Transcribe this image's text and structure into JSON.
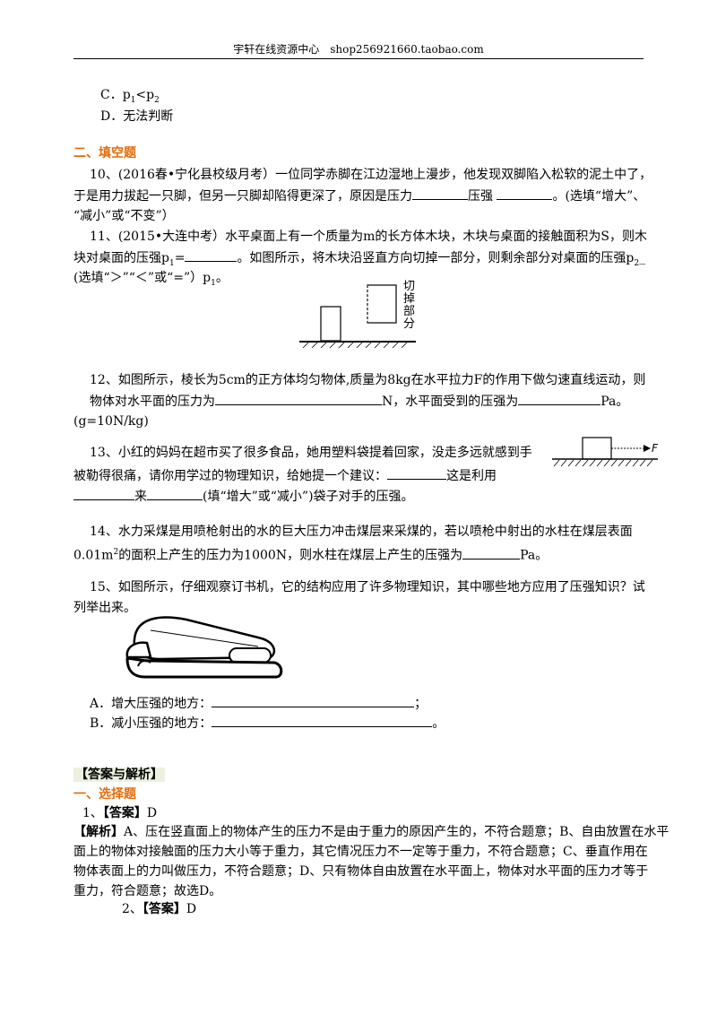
{
  "header": {
    "text": "宇轩在线资源中心　shop256921660.taobao.com"
  },
  "q9_options": {
    "c_prefix": "C．p",
    "c_sub1": "1",
    "c_mid": "<p",
    "c_sub2": "2",
    "d": "D．无法判断"
  },
  "section2": {
    "title": "二、填空题"
  },
  "q10": {
    "line1": "10、(2016春•宁化县校级月考）一位同学赤脚在江边湿地上漫步，他发现双脚陷入松软的泥土中了，",
    "line2_a": "于是用力拔起一只脚，但另一只脚却陷得更深了，原因是压力",
    "line2_b": "压强",
    "line2_c": "。(选填“增大”、",
    "line3": "“减小”或“不变”）"
  },
  "q11": {
    "line1": "11、(2015•大连中考）水平桌面上有一个质量为m的长方体木块，木块与桌面的接触面积为S，则木",
    "line2_a": "块对桌面的压强p",
    "line2_sub": "1",
    "line2_b": "=",
    "line2_c": "。如图所示，将木块沿竖直方向切掉一部分，则剩余部分对桌面的压强p",
    "line2_sub2": "2",
    "line2_d": "_",
    "line3_a": "(选填“＞”“＜”或“=”）p",
    "line3_sub": "1",
    "line3_b": "。",
    "figure_label": [
      "切",
      "掉",
      "部",
      "分"
    ]
  },
  "q12": {
    "line1": "12、如图所示，棱长为5cm的正方体均匀物体,质量为8kg在水平拉力F的作用下做匀速直线运动，则",
    "line2_a": "物体对水平面的压力为",
    "line2_b": "N，水平面受到的压强为",
    "line2_c": "Pa。",
    "line3": "(g=10N/kg)"
  },
  "q13": {
    "line1": "13、小红的妈妈在超市买了很多食品，她用塑料袋提着回家，没走多远就感到手",
    "line2_a": "被勒得很痛，请你用学过的物理知识，给她提一个建议：",
    "line2_b": "这是利用",
    "line3_a": "来",
    "line3_b": "(填“增大”或“减小”)袋子对手的压强。",
    "figure_label": "F"
  },
  "q14": {
    "line1": "14、水力采煤是用喷枪射出的水的巨大压力冲击煤层来采煤的，若以喷枪中射出的水柱在煤层表面",
    "line2_a": "0.01m",
    "line2_sup": "2",
    "line2_b": "的面积上产生的压力为1000N，则水柱在煤层上产生的压强为",
    "line2_c": "Pa。"
  },
  "q15": {
    "line1": "15、如图所示，仔细观察订书机，它的结构应用了许多物理知识，其中哪些地方应用了压强知识？试",
    "line2": "列举出来。",
    "a": "A．增大压强的地方：",
    "a_end": "；",
    "b": "B．减小压强的地方：",
    "b_end": "。"
  },
  "answers": {
    "heading": "【答案与解析】",
    "section1": "一、选择题",
    "a1_num": "1、",
    "a1_label": "【答案】",
    "a1_value": "D",
    "exp_label": "【解析】",
    "exp_line1": "A、压在竖直面上的物体产生的压力不是由于重力的原因产生的，不符合题意；B、自由放置在水平",
    "exp_line2": "面上的物体对接触面的压力大小等于重力，其它情况压力不一定等于重力，不符合题意；C、垂直作用在",
    "exp_line3": "物体表面上的力叫做压力，不符合题意；D、只有物体自由放置在水平面上，物体对水平面的压力才等于",
    "exp_line4": "重力，符合题意；故选D。",
    "a2_num": "2、",
    "a2_label": "【答案】",
    "a2_value": "D"
  }
}
